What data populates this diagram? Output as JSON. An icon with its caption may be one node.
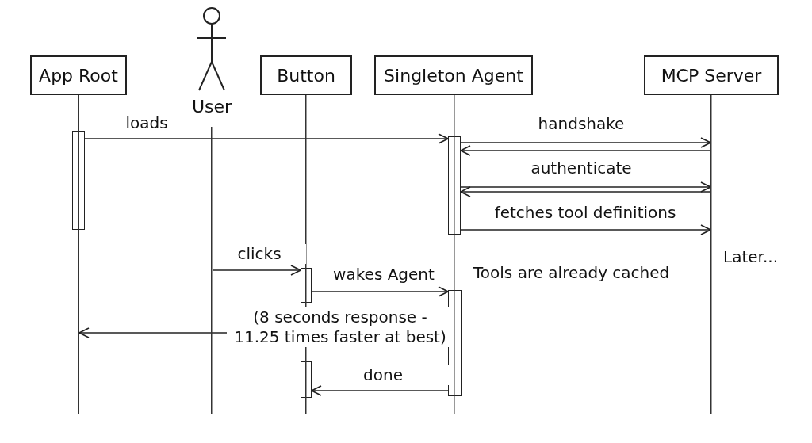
{
  "diagram": {
    "nodes": [
      {
        "text": [
          "App Root"
        ]
      },
      {
        "text": [
          "User"
        ]
      },
      {
        "text": [
          "Button"
        ]
      },
      {
        "text": [
          "Singleton Agent"
        ]
      },
      {
        "text": [
          "MCP Server"
        ]
      },
      {
        "text": [],
        "shape": "line"
      },
      {
        "text": [],
        "shape": "line"
      },
      {
        "text": [],
        "shape": "line"
      },
      {
        "text": [],
        "shape": "line"
      },
      {
        "text": [],
        "shape": "line"
      },
      {
        "text": [],
        "shape": "bar"
      },
      {
        "text": [],
        "shape": "bar"
      },
      {
        "text": [],
        "shape": "bar"
      },
      {
        "text": [],
        "shape": "bar"
      },
      {
        "text": [],
        "shape": "bar"
      }
    ],
    "edges": [
      {
        "from": 10,
        "to": 11,
        "label": "loads",
        "arrow": "to"
      },
      {
        "from": 11,
        "to": 9,
        "label": "handshake",
        "arrow": "to"
      },
      {
        "from": 9,
        "to": 11,
        "arrow": "to"
      },
      {
        "from": 11,
        "to": 9,
        "label": "authenticate",
        "arrow": "to"
      },
      {
        "from": 9,
        "to": 11,
        "arrow": "to"
      },
      {
        "from": 11,
        "to": 9,
        "label": "fetches tool definitions",
        "arrow": "to"
      },
      {
        "from": 6,
        "to": 12,
        "label": "clicks",
        "arrow": "to"
      },
      {
        "from": 12,
        "to": 13,
        "label": "wakes Agent",
        "arrow": "to"
      },
      {
        "from": 13,
        "to": 5,
        "label": "(8 seconds response - 11.25 times faster at best)",
        "arrow": "to"
      },
      {
        "from": 13,
        "to": 14,
        "label": "done",
        "arrow": "to"
      }
    ],
    "labels": [
      "Tools are already cached",
      "Later..."
    ]
  }
}
